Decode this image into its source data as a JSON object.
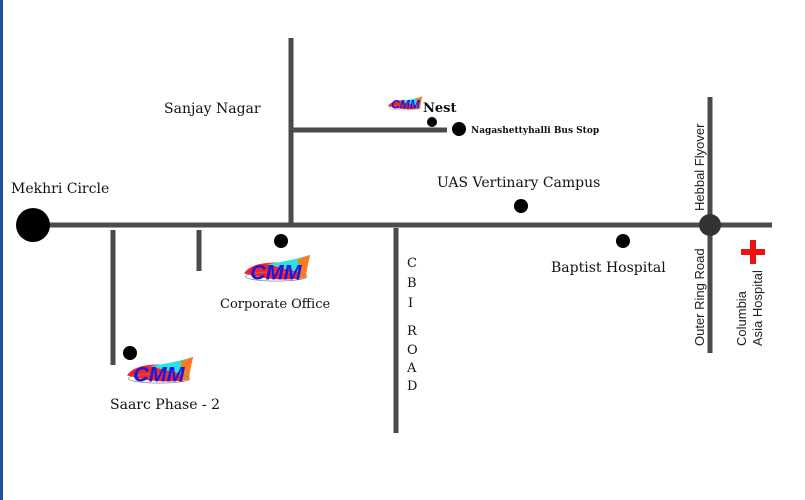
{
  "map": {
    "places": {
      "mekhri_circle": "Mekhri Circle",
      "sanjay_nagar": "Sanjay Nagar",
      "nest": "Nest",
      "bus_stop": "Nagashettyhalli Bus Stop",
      "uas_campus": "UAS Vertinary Campus",
      "baptist_hospital": "Baptist Hospital",
      "corporate_office": "Corporate Office",
      "saarc_phase2": "Saarc Phase - 2",
      "hebbal_flyover": "Hebbal Flyover",
      "outer_ring_road": "Outer Ring Road",
      "columbia_line1": "Columbia",
      "columbia_line2": "Asia Hospital"
    },
    "cbi_road_letters": [
      "C",
      "B",
      "I",
      "R",
      "O",
      "A",
      "D"
    ],
    "logo_text": "CMM",
    "colors": {
      "road": "#4a4a4a",
      "hospital_cross": "#ee1111",
      "logo_blue": "#1a1adf",
      "border_blue": "#1f4fa0"
    }
  }
}
